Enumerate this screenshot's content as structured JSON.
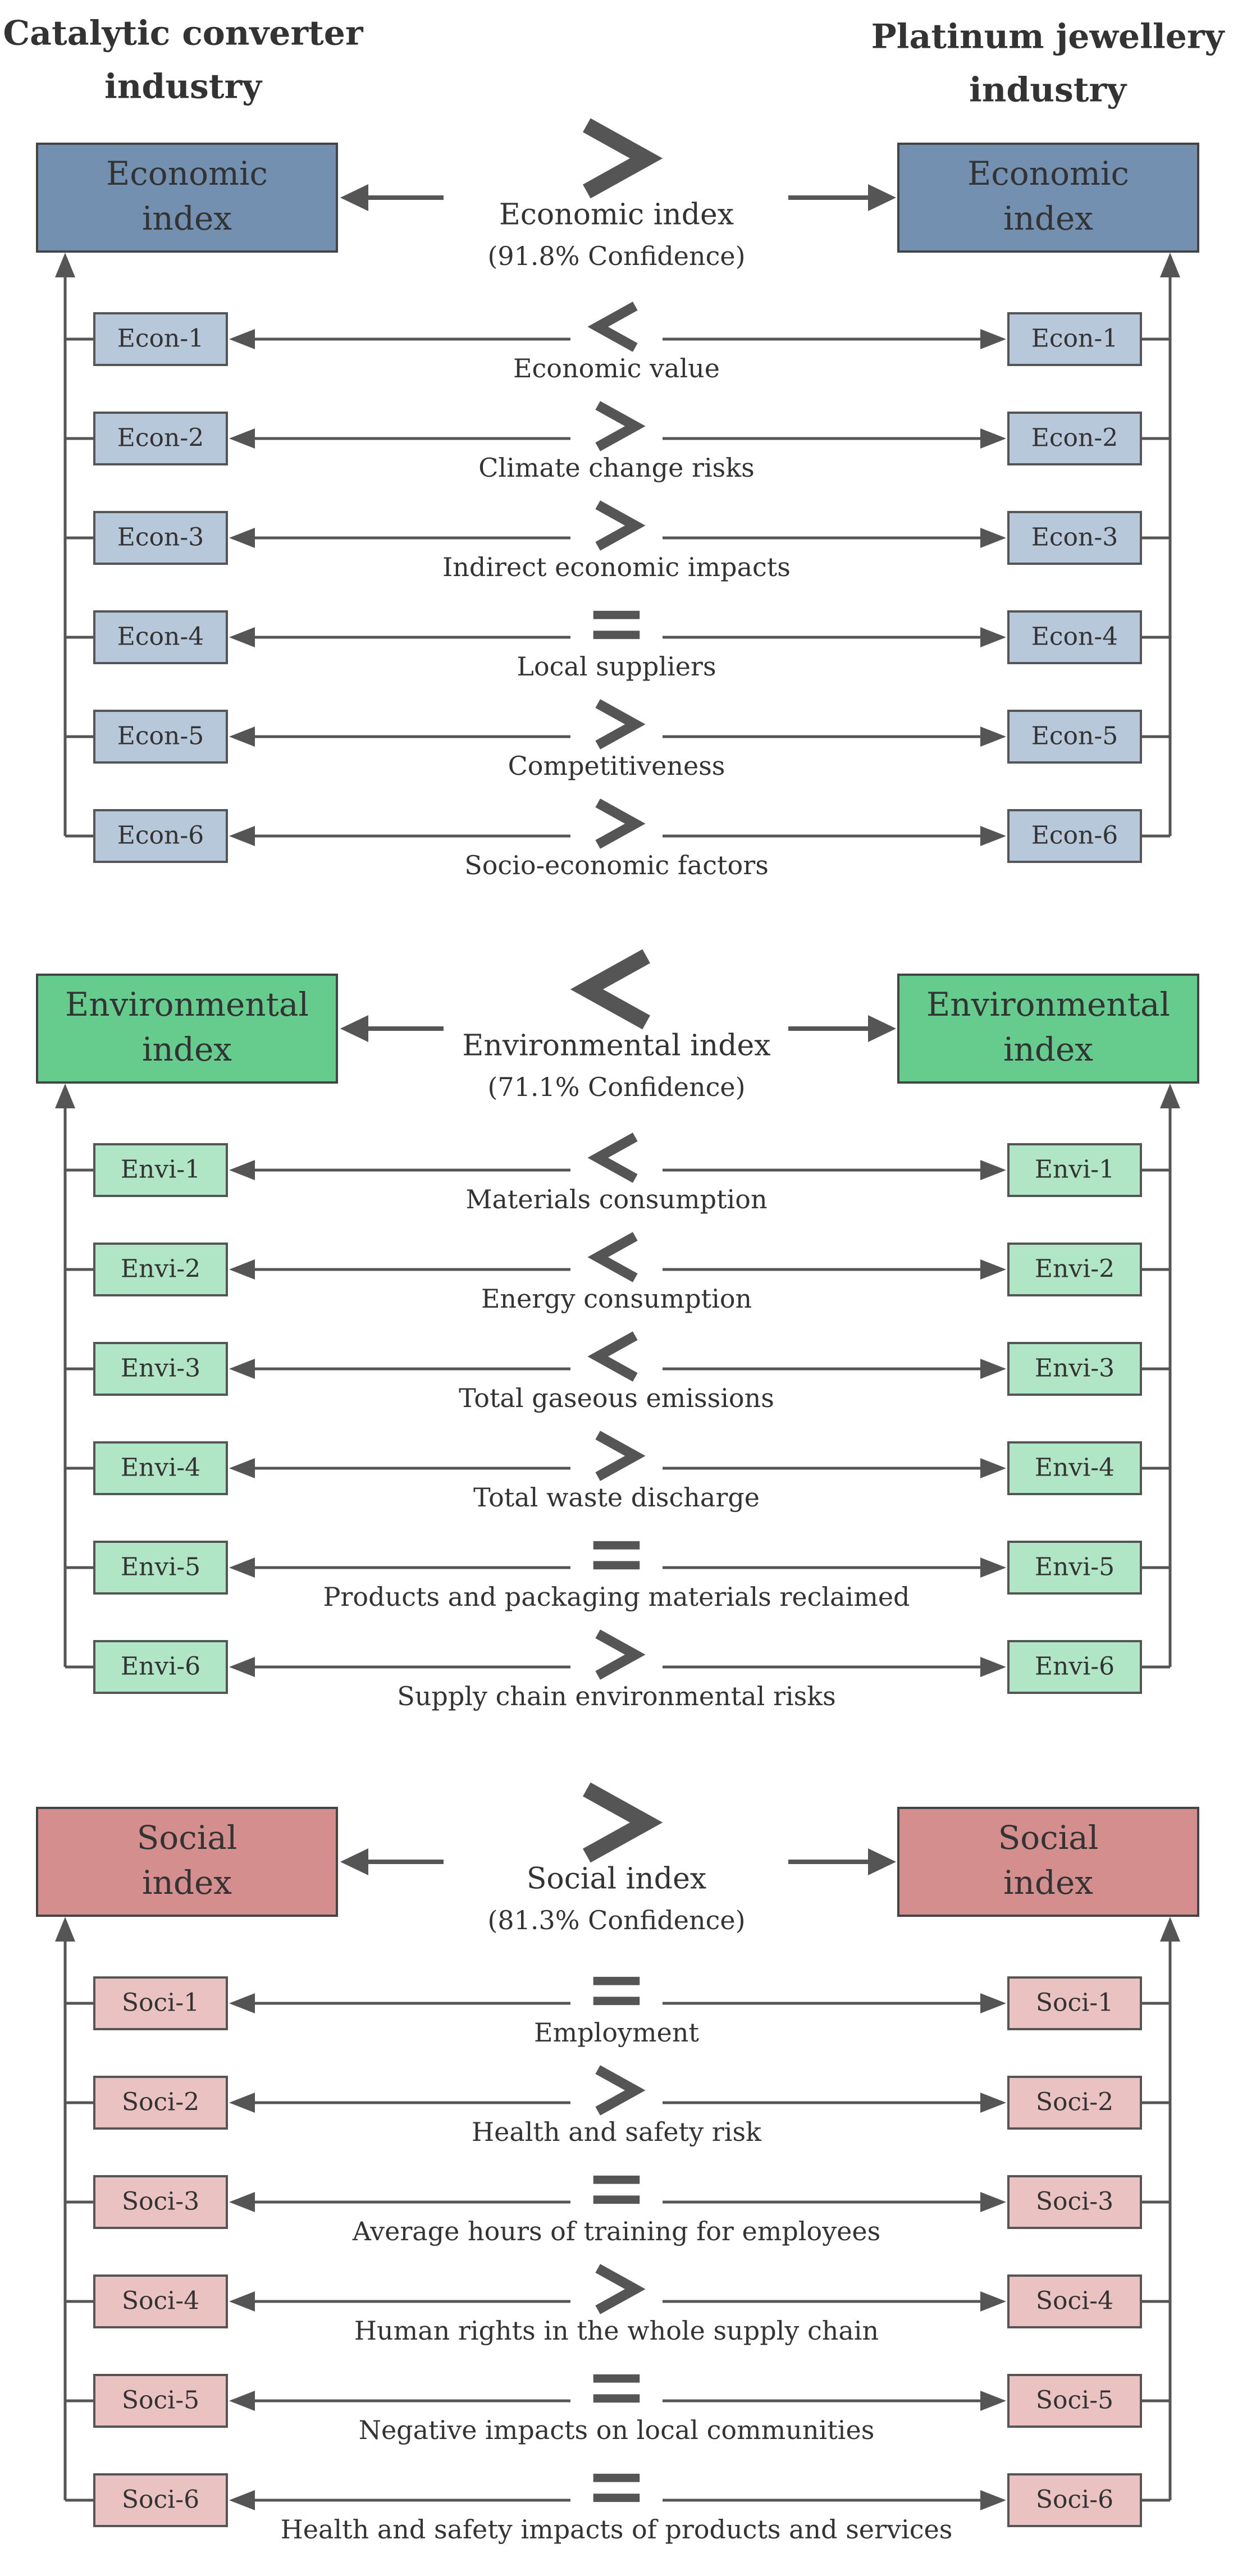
{
  "headers": {
    "left": [
      "Catalytic converter",
      "industry"
    ],
    "right": [
      "Platinum jewellery",
      "industry"
    ]
  },
  "colors": {
    "line": "#555555",
    "economic_header": "#7390b0",
    "economic_item": "#b8c8db",
    "environmental_header": "#66cc8e",
    "environmental_item": "#b0e6c6",
    "social_header": "#d48e8e",
    "social_item": "#eac2c2"
  },
  "sections": [
    {
      "id": "economic",
      "index_label": [
        "Economic",
        "index"
      ],
      "comparison_symbol": ">",
      "comparison_label": "Economic index",
      "confidence": "(91.8% Confidence)",
      "items": [
        {
          "code": "Econ-1",
          "symbol": "<",
          "label": "Economic value"
        },
        {
          "code": "Econ-2",
          "symbol": ">",
          "label": "Climate change risks"
        },
        {
          "code": "Econ-3",
          "symbol": ">",
          "label": "Indirect economic impacts"
        },
        {
          "code": "Econ-4",
          "symbol": "=",
          "label": "Local suppliers"
        },
        {
          "code": "Econ-5",
          "symbol": ">",
          "label": "Competitiveness"
        },
        {
          "code": "Econ-6",
          "symbol": ">",
          "label": "Socio-economic factors"
        }
      ]
    },
    {
      "id": "environmental",
      "index_label": [
        "Environmental",
        "index"
      ],
      "comparison_symbol": "<",
      "comparison_label": "Environmental index",
      "confidence": "(71.1% Confidence)",
      "items": [
        {
          "code": "Envi-1",
          "symbol": "<",
          "label": "Materials consumption"
        },
        {
          "code": "Envi-2",
          "symbol": "<",
          "label": "Energy consumption"
        },
        {
          "code": "Envi-3",
          "symbol": "<",
          "label": "Total gaseous emissions"
        },
        {
          "code": "Envi-4",
          "symbol": ">",
          "label": "Total waste discharge"
        },
        {
          "code": "Envi-5",
          "symbol": "=",
          "label": "Products and packaging materials reclaimed"
        },
        {
          "code": "Envi-6",
          "symbol": ">",
          "label": "Supply chain environmental risks"
        }
      ]
    },
    {
      "id": "social",
      "index_label": [
        "Social",
        "index"
      ],
      "comparison_symbol": ">",
      "comparison_label": "Social index",
      "confidence": "(81.3% Confidence)",
      "items": [
        {
          "code": "Soci-1",
          "symbol": "=",
          "label": "Employment"
        },
        {
          "code": "Soci-2",
          "symbol": ">",
          "label": "Health and safety risk"
        },
        {
          "code": "Soci-3",
          "symbol": "=",
          "label": "Average hours of training for employees"
        },
        {
          "code": "Soci-4",
          "symbol": ">",
          "label": "Human rights in the whole supply chain"
        },
        {
          "code": "Soci-5",
          "symbol": "=",
          "label": "Negative impacts on local communities"
        },
        {
          "code": "Soci-6",
          "symbol": "=",
          "label": "Health and safety impacts of products and services"
        }
      ]
    }
  ]
}
